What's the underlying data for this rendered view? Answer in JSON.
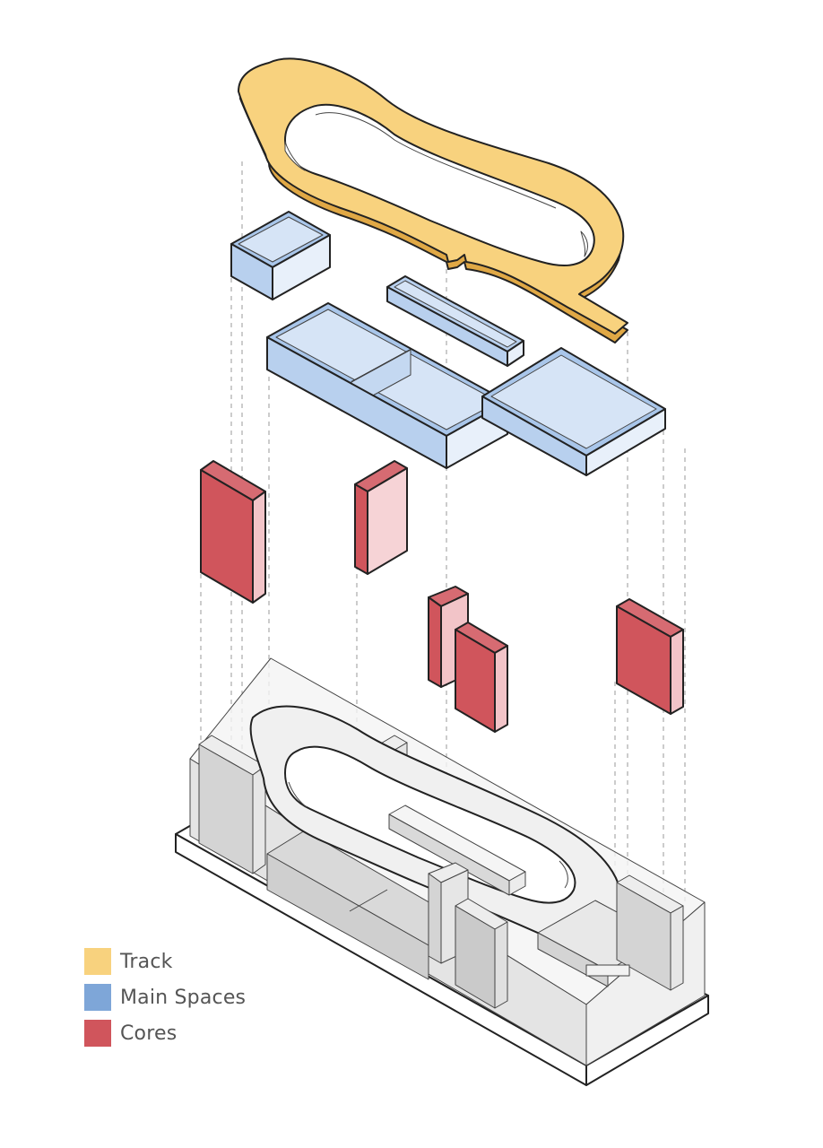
{
  "colors": {
    "track": "#F8D27E",
    "main_spaces": "#7EA6D8",
    "cores": "#D0555C",
    "outline": "#222222",
    "base": "#E6E6E6"
  },
  "legend": {
    "items": [
      {
        "label": "Track",
        "color": "#F8D27E",
        "icon": "track-swatch"
      },
      {
        "label": "Main Spaces",
        "color": "#7EA6D8",
        "icon": "main-spaces-swatch"
      },
      {
        "label": "Cores",
        "color": "#D0555C",
        "icon": "cores-swatch"
      }
    ]
  }
}
